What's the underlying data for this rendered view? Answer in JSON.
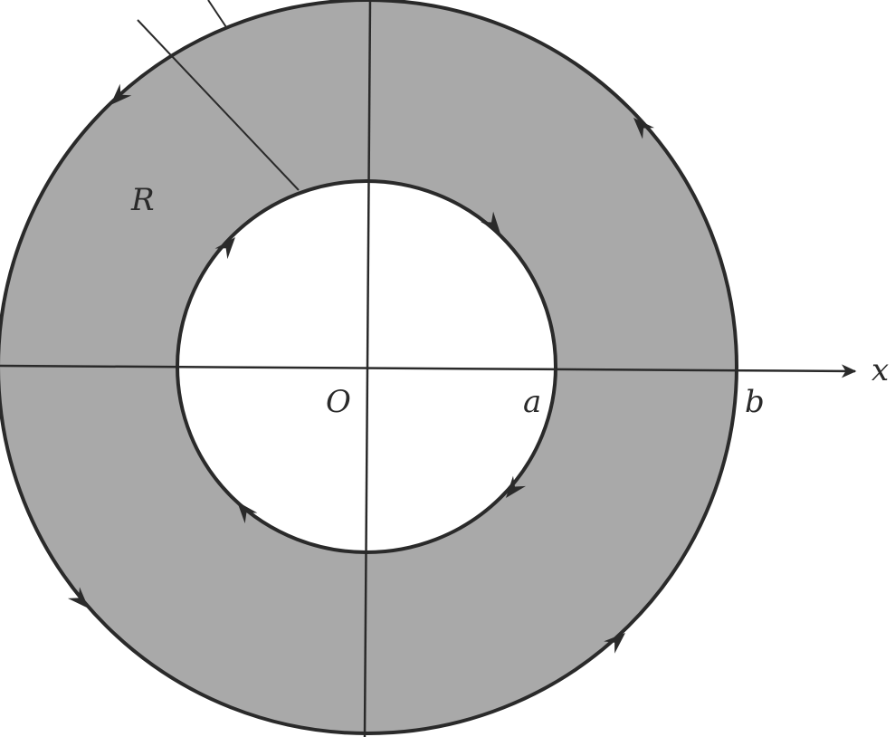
{
  "labels": {
    "region": "R",
    "origin": "O",
    "inner_radius": "a",
    "outer_radius": "b",
    "x_axis": "x"
  },
  "colors": {
    "annulus_fill": "#a9a9a9",
    "hole_fill": "#ffffff",
    "stroke": "#2a2a2a",
    "background": "#ffffff"
  },
  "orientation": {
    "outer_boundary": "counterclockwise",
    "inner_boundary": "clockwise"
  }
}
